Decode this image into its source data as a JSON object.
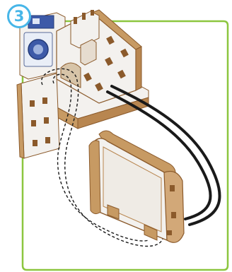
{
  "step": {
    "number": "3"
  },
  "colors": {
    "frame": "#8cc63f",
    "badge": "#47b6e8",
    "plywood_face": "#f3f1ee",
    "plywood_edge": "#c79a63",
    "wire": "#1a1a1a",
    "dashed_guide": "#1a1a1a"
  },
  "icons": {
    "step_badge": "circled-number",
    "guide_path": "dashed-line"
  }
}
